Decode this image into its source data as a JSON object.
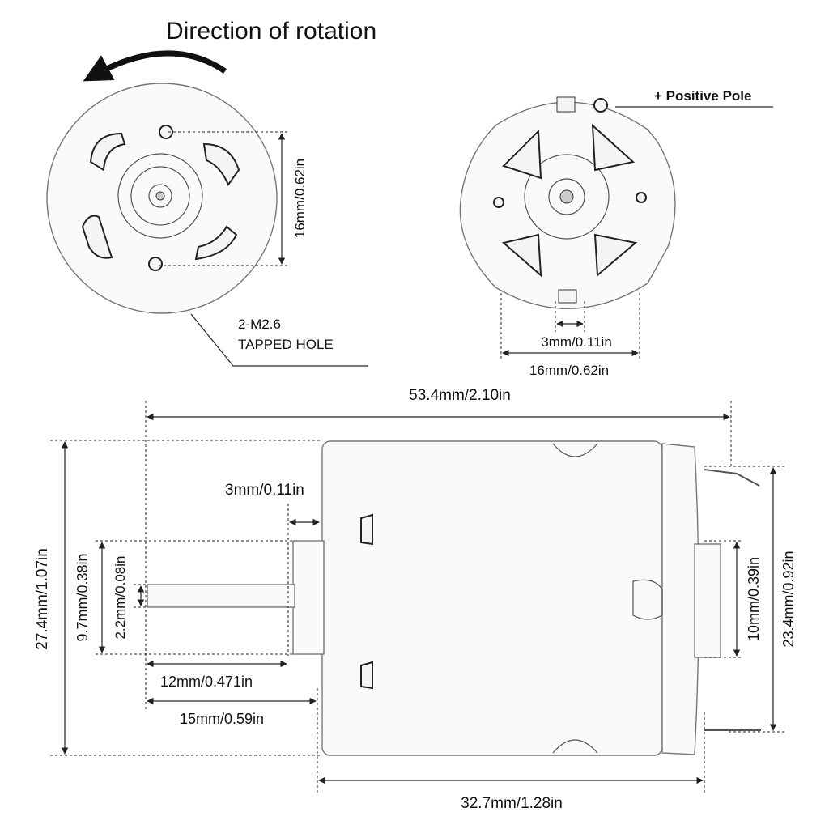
{
  "labels": {
    "direction": "Direction of rotation",
    "positive_pole": "+ Positive Pole",
    "tapped_hole_1": "2-M2.6",
    "tapped_hole_2": "TAPPED HOLE",
    "front_hole_spacing": "16mm/0.62in",
    "rear_terminal_gap": "3mm/0.11in",
    "rear_width": "16mm/0.62in",
    "overall_length": "53.4mm/2.10in",
    "boss_thickness": "3mm/0.11in",
    "overall_height": "27.4mm/1.07in",
    "boss_diameter": "9.7mm/0.38in",
    "shaft_diameter": "2.2mm/0.08in",
    "shaft_length": "12mm/0.471in",
    "shaft_to_body": "15mm/0.59in",
    "rear_boss_diameter": "10mm/0.39in",
    "body_height": "23.4mm/0.92in",
    "body_length": "32.7mm/1.28in"
  },
  "colors": {
    "line": "#222222",
    "body_outline": "#777777"
  }
}
